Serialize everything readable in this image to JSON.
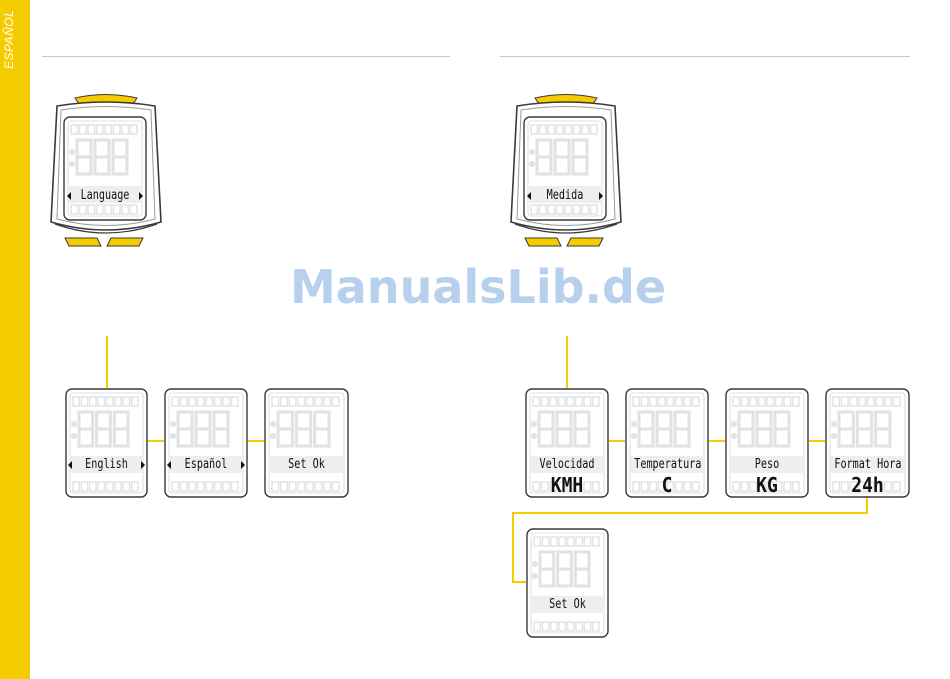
{
  "side_tab": {
    "label": "ESPAÑOL"
  },
  "watermark": {
    "text": "ManualsLib.de"
  },
  "colors": {
    "accent": "#f5cc00",
    "rule": "#c8c8c8",
    "lcd_ghost": "#e2e2e2",
    "watermark": "#b7d0ee"
  },
  "left_panel": {
    "device_label": "Language",
    "options": [
      "English",
      "Español"
    ],
    "confirm": "Set Ok"
  },
  "right_panel": {
    "device_label": "Medida",
    "screens": [
      {
        "label": "Velocidad",
        "value": "KMH"
      },
      {
        "label": "Temperatura",
        "value": "C"
      },
      {
        "label": "Peso",
        "value": "KG"
      },
      {
        "label": "Format Hora",
        "value": "24h"
      }
    ],
    "confirm": "Set Ok"
  }
}
